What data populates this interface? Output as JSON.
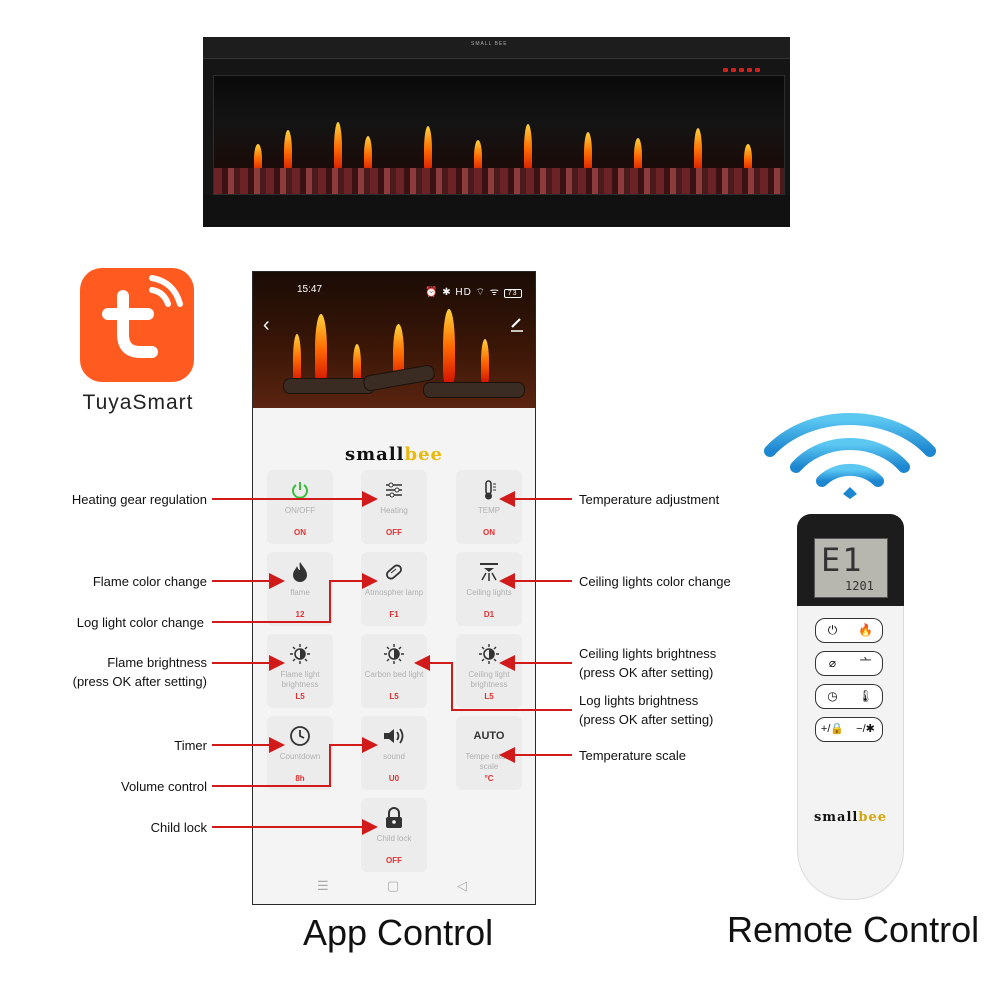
{
  "tuya": {
    "label": "TuyaSmart"
  },
  "fireplace": {
    "brand_text": "SMALL BEE"
  },
  "phone": {
    "time": "15:47",
    "status_icons": "⏰ ✱ HD ⌔ ᯤ",
    "battery": "73",
    "brand": {
      "main": "small",
      "accent": "bee"
    },
    "tiles": [
      {
        "label": "ON/OFF",
        "value": "ON",
        "icon": "power-icon"
      },
      {
        "label": "Heating",
        "value": "OFF",
        "icon": "sliders-icon"
      },
      {
        "label": "TEMP",
        "value": "ON",
        "icon": "thermometer-icon"
      },
      {
        "label": "flame",
        "value": "12",
        "icon": "flame-icon"
      },
      {
        "label": "Atmospher lamp",
        "value": "F1",
        "icon": "lamp-icon"
      },
      {
        "label": "Ceiling lights",
        "value": "D1",
        "icon": "ceiling-light-icon"
      },
      {
        "label": "Flame light brightness",
        "value": "L5",
        "icon": "brightness-icon"
      },
      {
        "label": "Carbon bed light",
        "value": "L5",
        "icon": "brightness-icon"
      },
      {
        "label": "Ceiling light brightness",
        "value": "L5",
        "icon": "brightness-icon"
      },
      {
        "label": "Countdown",
        "value": "8h",
        "icon": "clock-icon"
      },
      {
        "label": "sound",
        "value": "U0",
        "icon": "speaker-icon"
      },
      {
        "label": "Tempe rature scale",
        "value": "°C",
        "icon": "auto-icon",
        "icon_text": "AUTO"
      },
      {
        "label": "Child lock",
        "value": "OFF",
        "icon": "lock-icon"
      }
    ],
    "nav": {
      "menu": "☰",
      "home": "▢",
      "back": "◁"
    }
  },
  "annotations": {
    "left": [
      "Heating gear regulation",
      "Flame color change",
      "Log light color change",
      "Flame brightness",
      "(press OK after setting)",
      "Timer",
      "Volume control",
      "Child lock"
    ],
    "right": [
      "Temperature adjustment",
      "Ceiling lights color change",
      "Ceiling lights brightness",
      "(press OK after setting)",
      "Log lights brightness",
      "(press OK after setting)",
      "Temperature scale"
    ]
  },
  "remote": {
    "lcd_main": "E1",
    "lcd_small": "1201",
    "buttons": [
      {
        "left": "⏻",
        "right": "🔥"
      },
      {
        "left": "⌀",
        "right": "⼇"
      },
      {
        "left": "◷",
        "right": "🌡"
      },
      {
        "left": "+/🔒",
        "right": "−/✱"
      }
    ],
    "brand": {
      "main": "small",
      "accent": "bee"
    }
  },
  "captions": {
    "app": "App Control",
    "remote": "Remote Control"
  },
  "colors": {
    "arrow": "#d11a1a",
    "tuya_orange": "#ff5a1f",
    "wifi_blue": "#2aa7e8",
    "value_red": "#e23030",
    "power_green": "#3bbf3b"
  }
}
